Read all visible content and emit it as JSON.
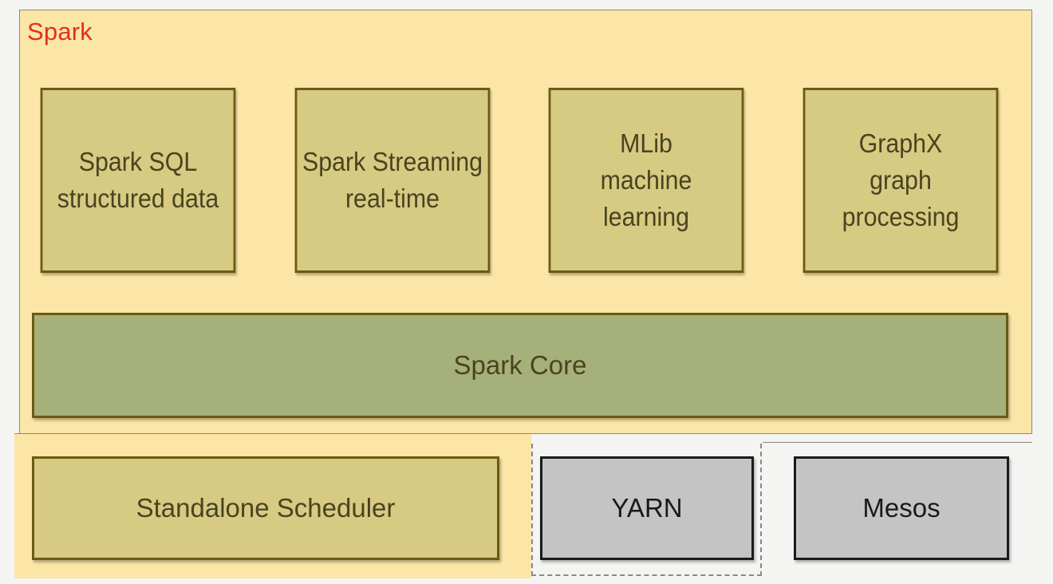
{
  "diagram": {
    "title": "Spark",
    "components": [
      {
        "line1": "Spark SQL",
        "line2": "structured data",
        "line3": ""
      },
      {
        "line1": "Spark Streaming",
        "line2": "real-time",
        "line3": ""
      },
      {
        "line1": "MLib",
        "line2": "machine",
        "line3": "learning"
      },
      {
        "line1": "GraphX",
        "line2": "graph",
        "line3": "processing"
      }
    ],
    "core": "Spark Core",
    "schedulers": {
      "standalone": "Standalone Scheduler",
      "yarn": "YARN",
      "mesos": "Mesos"
    },
    "colors": {
      "spark_region": "#fbe5a7",
      "library_box": "#d7ca82",
      "core_box": "#a6b07a",
      "external_scheduler": "#c4c4c4",
      "title_text": "#e0301e"
    }
  }
}
